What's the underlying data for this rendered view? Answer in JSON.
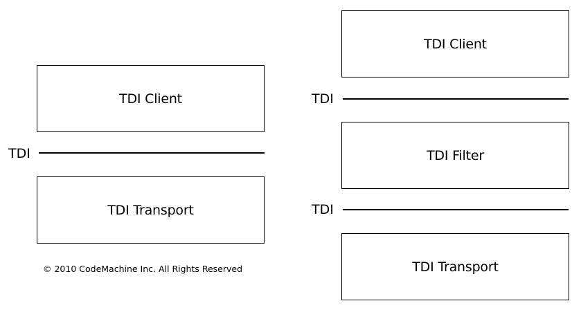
{
  "left_diagram": {
    "client_label": "TDI Client",
    "interface_label": "TDI",
    "transport_label": "TDI Transport"
  },
  "right_diagram": {
    "client_label": "TDI Client",
    "upper_interface_label": "TDI",
    "filter_label": "TDI Filter",
    "lower_interface_label": "TDI",
    "transport_label": "TDI Transport"
  },
  "copyright": "© 2010 CodeMachine Inc. All Rights Reserved"
}
